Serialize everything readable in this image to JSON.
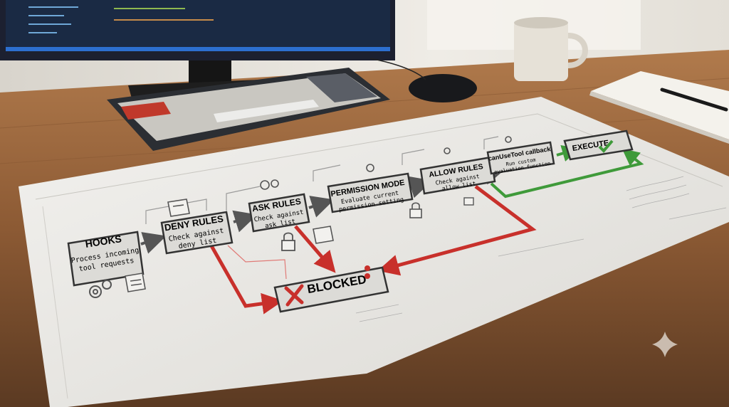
{
  "diagram": {
    "nodes": [
      {
        "id": "hooks",
        "title": "HOOKS",
        "line1": "Process incoming",
        "line2": "tool requests"
      },
      {
        "id": "deny",
        "title": "DENY RULES",
        "line1": "Check against",
        "line2": "deny list"
      },
      {
        "id": "ask",
        "title": "ASK RULES",
        "line1": "Check against",
        "line2": "ask list"
      },
      {
        "id": "perm",
        "title": "PERMISSION MODE",
        "line1": "Evaluate current",
        "line2": "permission setting"
      },
      {
        "id": "allow",
        "title": "ALLOW RULES",
        "line1": "Check against",
        "line2": "allow list"
      },
      {
        "id": "canuse",
        "title": "canUseTool callback",
        "line1": "Run custom",
        "line2": "evaluation function"
      },
      {
        "id": "execute",
        "title": "EXECUTE",
        "line1": "",
        "line2": ""
      },
      {
        "id": "blocked",
        "title": "BLOCKED",
        "line1": "",
        "line2": ""
      }
    ]
  },
  "colors": {
    "desk": "#8a5a36",
    "paper": "#e9e8e4",
    "box_fill": "#dcdbd7",
    "blocked_arrow": "#c8302b",
    "execute_arrow": "#3f9a3a",
    "flow_arrow": "#555555"
  },
  "icons": [
    "gear-icon",
    "document-icon",
    "lock-icon",
    "check-icon",
    "x-icon",
    "sparkle-icon"
  ]
}
